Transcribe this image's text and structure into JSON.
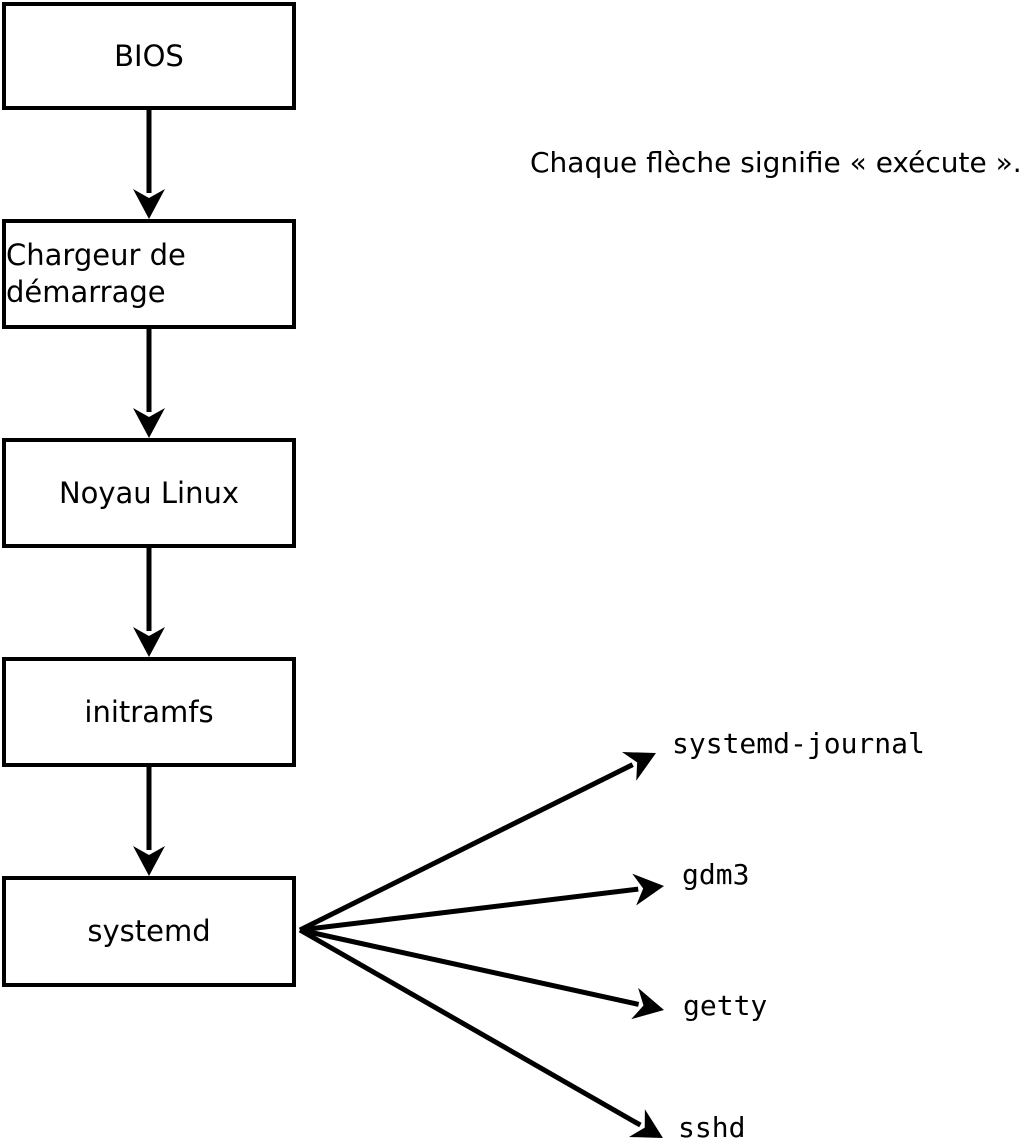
{
  "diagram": {
    "background_color": "#ffffff",
    "line_color": "#000000",
    "caption": "Chaque flèche signifie « exécute ».",
    "nodes": [
      {
        "id": "bios",
        "label": "BIOS"
      },
      {
        "id": "bootloader",
        "label": "Chargeur de démarrage"
      },
      {
        "id": "kernel",
        "label": "Noyau Linux"
      },
      {
        "id": "initramfs",
        "label": "initramfs"
      },
      {
        "id": "systemd",
        "label": "systemd"
      }
    ],
    "processes": [
      {
        "id": "systemd-journal",
        "label": "systemd-journal"
      },
      {
        "id": "gdm3",
        "label": "gdm3"
      },
      {
        "id": "getty",
        "label": "getty"
      },
      {
        "id": "sshd",
        "label": "sshd"
      }
    ],
    "edges": [
      {
        "from": "BIOS",
        "to": "Chargeur de démarrage"
      },
      {
        "from": "Chargeur de démarrage",
        "to": "Noyau Linux"
      },
      {
        "from": "Noyau Linux",
        "to": "initramfs"
      },
      {
        "from": "initramfs",
        "to": "systemd"
      },
      {
        "from": "systemd",
        "to": "systemd-journal"
      },
      {
        "from": "systemd",
        "to": "gdm3"
      },
      {
        "from": "systemd",
        "to": "getty"
      },
      {
        "from": "systemd",
        "to": "sshd"
      }
    ]
  }
}
